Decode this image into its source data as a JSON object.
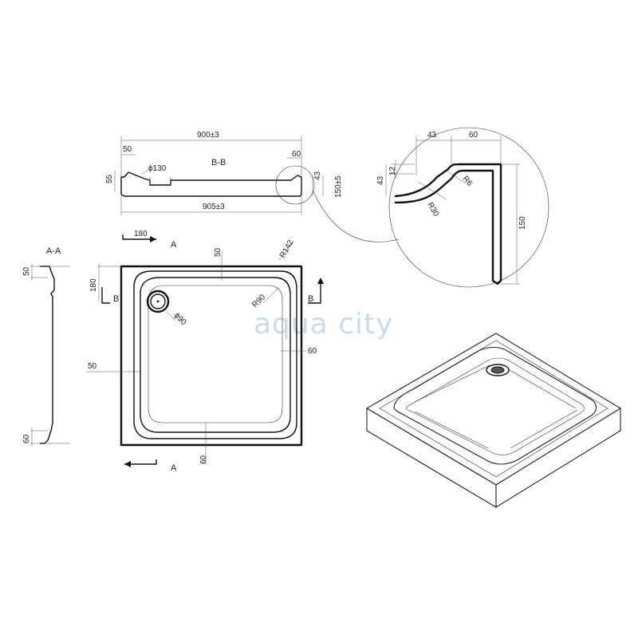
{
  "watermark": "aqua city",
  "section_bb": {
    "label": "B-B",
    "top_width": "900±3",
    "bottom_width": "905±3",
    "left_rim": "50",
    "right_rim": "60",
    "height_left": "55",
    "height_right_small": "43",
    "total_height": "150±5",
    "drain": "ϕ130"
  },
  "section_aa": {
    "label": "A-A",
    "top_rim": "50",
    "bottom_rim": "60"
  },
  "plan": {
    "cut_a_top": "A",
    "cut_a_bottom": "A",
    "cut_b_left": "B",
    "cut_b_right": "B",
    "drain_offset_x": "180",
    "drain_offset_y": "180",
    "rim_top": "50",
    "rim_left": "50",
    "rim_right": "60",
    "rim_bottom": "60",
    "outer_radius": "R142",
    "inner_radius": "R90",
    "drain_diameter": "ϕ90"
  },
  "detail": {
    "width_a": "43",
    "width_b": "60",
    "height_small": "12",
    "height_mid": "43",
    "height_total": "150",
    "radius_small": "R6",
    "radius_large": "R30"
  }
}
